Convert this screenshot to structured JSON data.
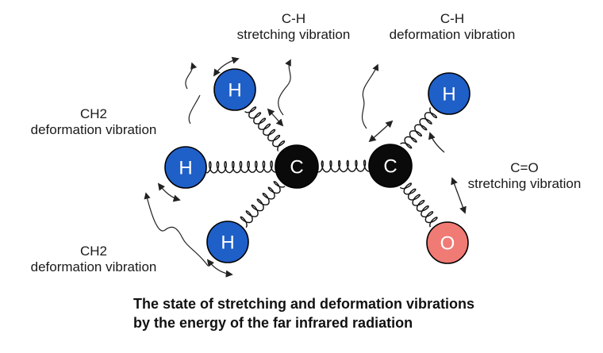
{
  "labels": {
    "ch_stretch_1": "C-H",
    "ch_stretch_2": "stretching vibration",
    "ch_deform_1": "C-H",
    "ch_deform_2": "deformation vibration",
    "ch2_top_1": "CH2",
    "ch2_top_2": "deformation vibration",
    "ch2_bottom_1": "CH2",
    "ch2_bottom_2": "deformation vibration",
    "co_stretch_1": "C=O",
    "co_stretch_2": "stretching vibration"
  },
  "atoms": {
    "h1": "H",
    "h2": "H",
    "h3": "H",
    "h4": "H",
    "c1": "C",
    "c2": "C",
    "o": "O"
  },
  "caption": {
    "line1": "The state of stretching and deformation vibrations",
    "line2": "by the energy of the far infrared radiation"
  },
  "colors": {
    "hydrogen": "#1f5fc8",
    "carbon": "#0a0a0a",
    "oxygen": "#f07a74",
    "outline": "#000000"
  }
}
